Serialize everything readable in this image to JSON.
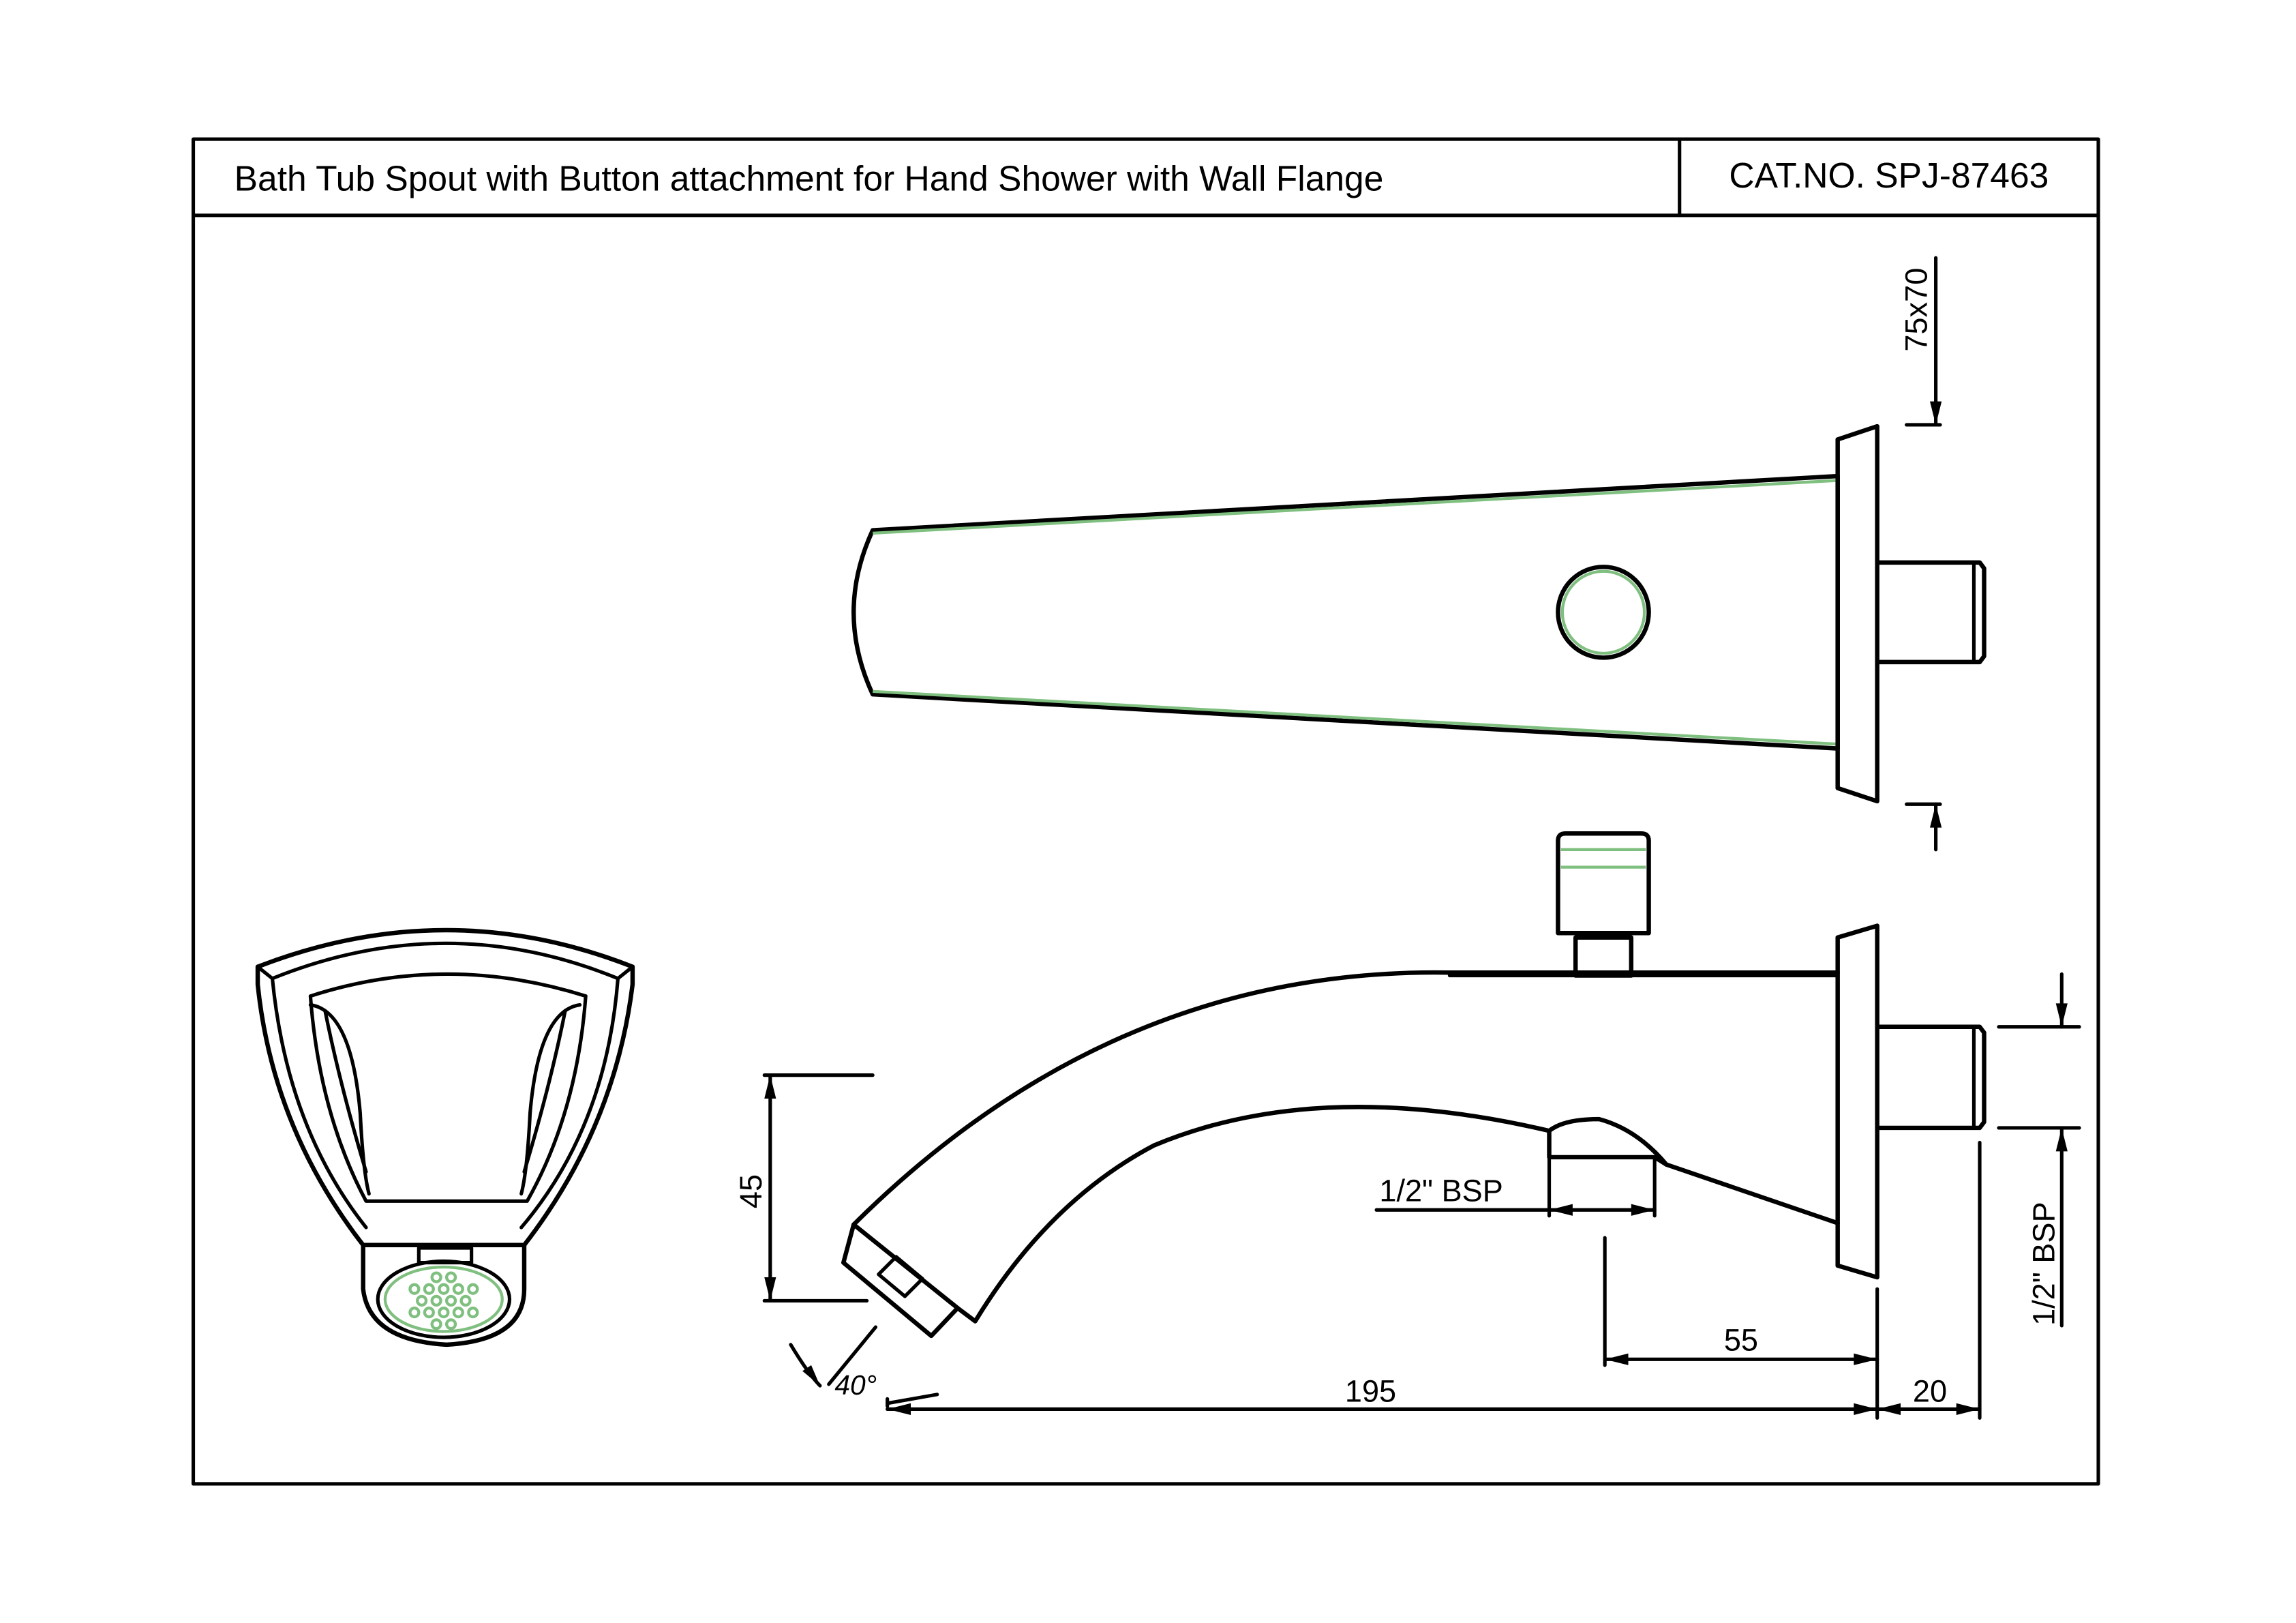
{
  "title_block": {
    "title": "Bath Tub Spout with Button attachment for Hand Shower with Wall Flange",
    "catalog": "CAT.NO. SPJ-87463"
  },
  "dimensions": {
    "flange_size": "75x70",
    "height": "45",
    "angle": "40°",
    "inlet_thread_top": "1/2\" BSP",
    "inlet_thread_side": "1/2\" BSP",
    "length_total": "195",
    "length_outlet": "55",
    "depth_flange": "20"
  }
}
